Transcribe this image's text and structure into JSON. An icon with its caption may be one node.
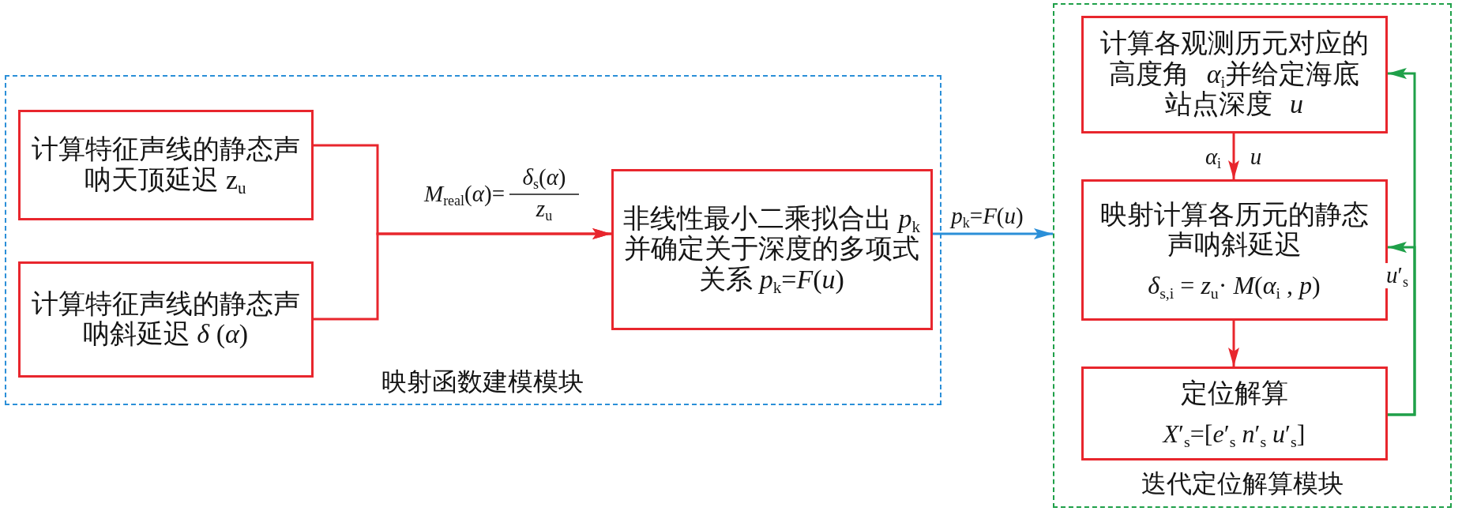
{
  "diagram": {
    "nodes": [
      {
        "text": [
          "映射函数建模模块"
        ]
      },
      {
        "text": [
          "计算特征声线的静态声呐天顶延迟 z$_{u}$"
        ],
        "in": 0
      },
      {
        "text": [
          "计算特征声线的静态声呐斜延迟 *δ* (*α*)"
        ],
        "in": 0
      },
      {
        "text": [
          "非线性最小二乘拟合出 *p*$_{k}$并确定关于深度的多项式关系 *p*$_{k}$=*F*(*u*)"
        ],
        "in": 0
      },
      {
        "text": [
          "迭代定位解算模块"
        ]
      },
      {
        "text": [
          "计算各观测历元对应的高度角 *α*$_{i}$并给定海底站点深度 *u*"
        ],
        "in": 4
      },
      {
        "text": [
          "映射计算各历元的静态声呐斜延迟",
          "*δ*$_{s,i}$ = *z*$_{u}$· *M*(*α*$_{i}$ , *p*)"
        ],
        "in": 4
      },
      {
        "text": [
          "定位解算",
          "*X*′$_{s}$=[*e*′$_{s}$ *n*′$_{s}$ *u*′$_{s}$]"
        ],
        "in": 4
      }
    ],
    "edges": [
      {
        "from": 1,
        "to": 3,
        "arrow": "to",
        "label": "*M*$_{real}$(*α*)="
      },
      {
        "from": 2,
        "to": 3,
        "arrow": "to"
      },
      {
        "from": 3,
        "to": 4,
        "arrow": "to",
        "label": "*p*$_{k}$=*F*(*u*)",
        "color": "#2b8fd8"
      },
      {
        "from": 5,
        "to": 6,
        "arrow": "to"
      },
      {
        "from": 6,
        "to": 7,
        "arrow": "to"
      },
      {
        "from": 7,
        "to": 5,
        "arrow": "to",
        "label": "*u*′$_{s}$",
        "color": "#1fa049"
      },
      {
        "from": 7,
        "to": 6,
        "arrow": "to",
        "color": "#1fa049"
      }
    ],
    "labels": [
      "*δ*$_{s}$(*α*)",
      "*z*$_{u}$",
      "*α*$_{i}$",
      "*u*"
    ]
  }
}
